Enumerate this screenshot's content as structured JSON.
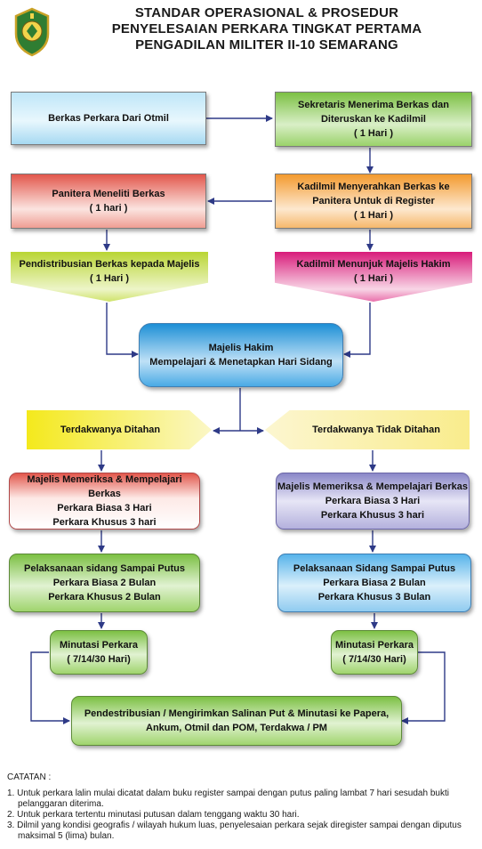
{
  "header": {
    "line1": "STANDAR OPERASIONAL & PROSEDUR",
    "line2": "PENYELESAIAN PERKARA TINGKAT PERTAMA",
    "line3": "PENGADILAN MILITER II-10 SEMARANG",
    "logo_icon": "court-emblem-icon"
  },
  "boxes": {
    "b1": "Berkas Perkara Dari Otmil",
    "b2": "Sekretaris Menerima Berkas dan\nDiteruskan ke Kadilmil\n( 1 Hari )",
    "b3": "Panitera Meneliti Berkas\n( 1 hari )",
    "b4": "Kadilmil Menyerahkan Berkas ke\nPanitera Untuk di Register\n( 1 Hari )",
    "b5": "Pendistribusian Berkas kepada Majelis\n( 1 Hari )",
    "b6": "Kadilmil Menunjuk Majelis Hakim\n( 1 Hari )",
    "b7": "Majelis Hakim\nMempelajari & Menetapkan Hari Sidang",
    "b8": "Terdakwanya Ditahan",
    "b9": "Terdakwanya Tidak Ditahan",
    "b10": "Majelis Memeriksa & Mempelajari Berkas\nPerkara Biasa 3 Hari\nPerkara Khusus 3 hari",
    "b11": "Majelis Memeriksa & Mempelajari Berkas\nPerkara Biasa 3 Hari\nPerkara Khusus 3 hari",
    "b12": "Pelaksanaan sidang Sampai Putus\nPerkara Biasa 2 Bulan\nPerkara Khusus 2 Bulan",
    "b13": "Pelaksanaan Sidang Sampai Putus\nPerkara Biasa 2 Bulan\nPerkara Khusus 3 Bulan",
    "b14": "Minutasi Perkara\n( 7/14/30 Hari)",
    "b15": "Minutasi Perkara\n( 7/14/30 Hari)",
    "b16": "Pendestribusian / Mengirimkan Salinan Put & Minutasi ke Papera,\nAnkum, Otmil dan POM, Terdakwa / PM"
  },
  "notes": {
    "heading": "CATATAN :",
    "items": [
      "1. Untuk perkara lalin mulai dicatat dalam buku register sampai dengan putus paling lambat 7 hari sesudah bukti pelanggaran diterima.",
      "2. Untuk perkara tertentu minutasi putusan dalam tenggang waktu 30 hari.",
      "3. Dilmil yang kondisi geografis / wilayah hukum luas, penyelesaian perkara sejak diregister sampai dengan diputus maksimal 5 (lima) bulan."
    ]
  },
  "colors": {
    "arrow": "#2e3a87",
    "light_blue": "#bfe6f8",
    "green": "#7cc043",
    "red": "#e2574c",
    "orange": "#f39a2e",
    "lime": "#b9d534",
    "magenta": "#d81b7a",
    "blue": "#1d8fd6",
    "yellow": "#f4e91c",
    "purple": "#8b88c8"
  }
}
